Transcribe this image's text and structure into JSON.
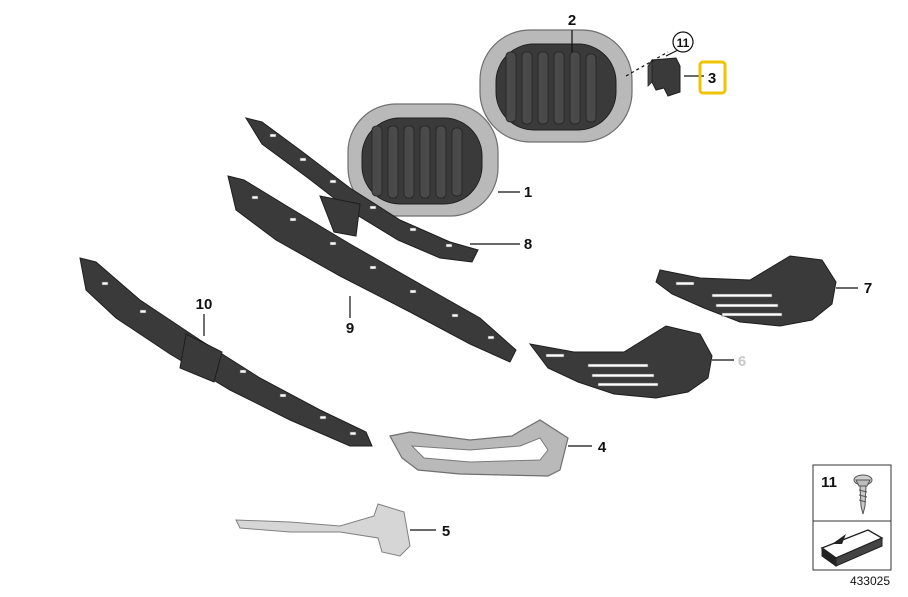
{
  "callouts": [
    {
      "id": "1",
      "label": "1"
    },
    {
      "id": "2",
      "label": "2"
    },
    {
      "id": "3",
      "label": "3"
    },
    {
      "id": "4",
      "label": "4"
    },
    {
      "id": "5",
      "label": "5"
    },
    {
      "id": "6",
      "label": "6"
    },
    {
      "id": "7",
      "label": "7"
    },
    {
      "id": "8",
      "label": "8"
    },
    {
      "id": "9",
      "label": "9"
    },
    {
      "id": "10",
      "label": "10"
    },
    {
      "id": "11",
      "label": "11"
    }
  ],
  "legend": {
    "part_label": "11"
  },
  "diagram_number": "433025",
  "colors": {
    "highlight": "#f0c400",
    "faded_label": "#c8c8c8"
  }
}
